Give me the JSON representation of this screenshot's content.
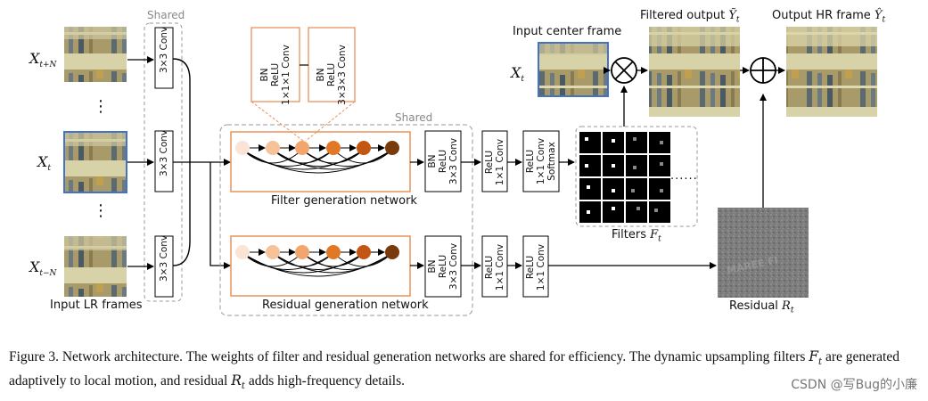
{
  "shared_label": "Shared",
  "inputs": {
    "x_t_plus_n": {
      "base": "X",
      "sub": "t+N"
    },
    "x_t": {
      "base": "X",
      "sub": "t"
    },
    "x_t_minus_n": {
      "base": "X",
      "sub": "t−N"
    },
    "ellipsis": "⋮",
    "frames_label": "Input LR frames"
  },
  "conv3": "3×3 Conv",
  "blocks": {
    "bn_relu_1x1": [
      "BN",
      "ReLU",
      "1×1×1 Conv"
    ],
    "bn_relu_3x3x3": [
      "BN",
      "ReLU",
      "3×3×3 Conv"
    ],
    "bn_relu_3x3": [
      "BN",
      "ReLU",
      "3×3 Conv"
    ],
    "relu_1x1": [
      "ReLU",
      "1×1 Conv"
    ],
    "relu_1x1_softmax": [
      "ReLU",
      "1×1 Conv",
      "Softmax"
    ]
  },
  "filter_net_label": "Filter generation network",
  "residual_net_label": "Residual generation network",
  "filters_label": {
    "text": "Filters ",
    "base": "F",
    "sub": "t"
  },
  "filters_ellipsis": "......",
  "residual_label": {
    "text": "Residual ",
    "base": "R",
    "sub": "t"
  },
  "center_frame_label": "Input center frame",
  "center_x": {
    "base": "X",
    "sub": "t"
  },
  "filtered_output_label": {
    "text": "Filtered output ",
    "base": "Ỹ",
    "sub": "t"
  },
  "output_hr_label": {
    "text": "Output HR frame ",
    "base": "Ŷ",
    "sub": "t"
  },
  "otimes": "⊗",
  "oplus": "⊕",
  "node_colors": [
    "#fbe3d6",
    "#f6c29a",
    "#f2a56c",
    "#e27726",
    "#c25612",
    "#7a3b0c"
  ],
  "accent_orange": "#e8925a",
  "frame_border_blue": "#4472c4",
  "caption": "Figure 3. Network architecture. The weights of filter and residual generation networks are shared for efficiency. The dynamic upsampling filters Fₜ are generated adaptively to local motion, and residual Rₜ adds high-frequency details.",
  "caption_parts": [
    "Figure 3. Network architecture. The weights of filter and residual generation networks are shared for efficiency. The dynamic upsampling filters ",
    "F",
    "t",
    " are generated adaptively to local motion, and residual ",
    "R",
    "t",
    " adds high-frequency details."
  ],
  "watermark": "CSDN @写Bug的小廉"
}
